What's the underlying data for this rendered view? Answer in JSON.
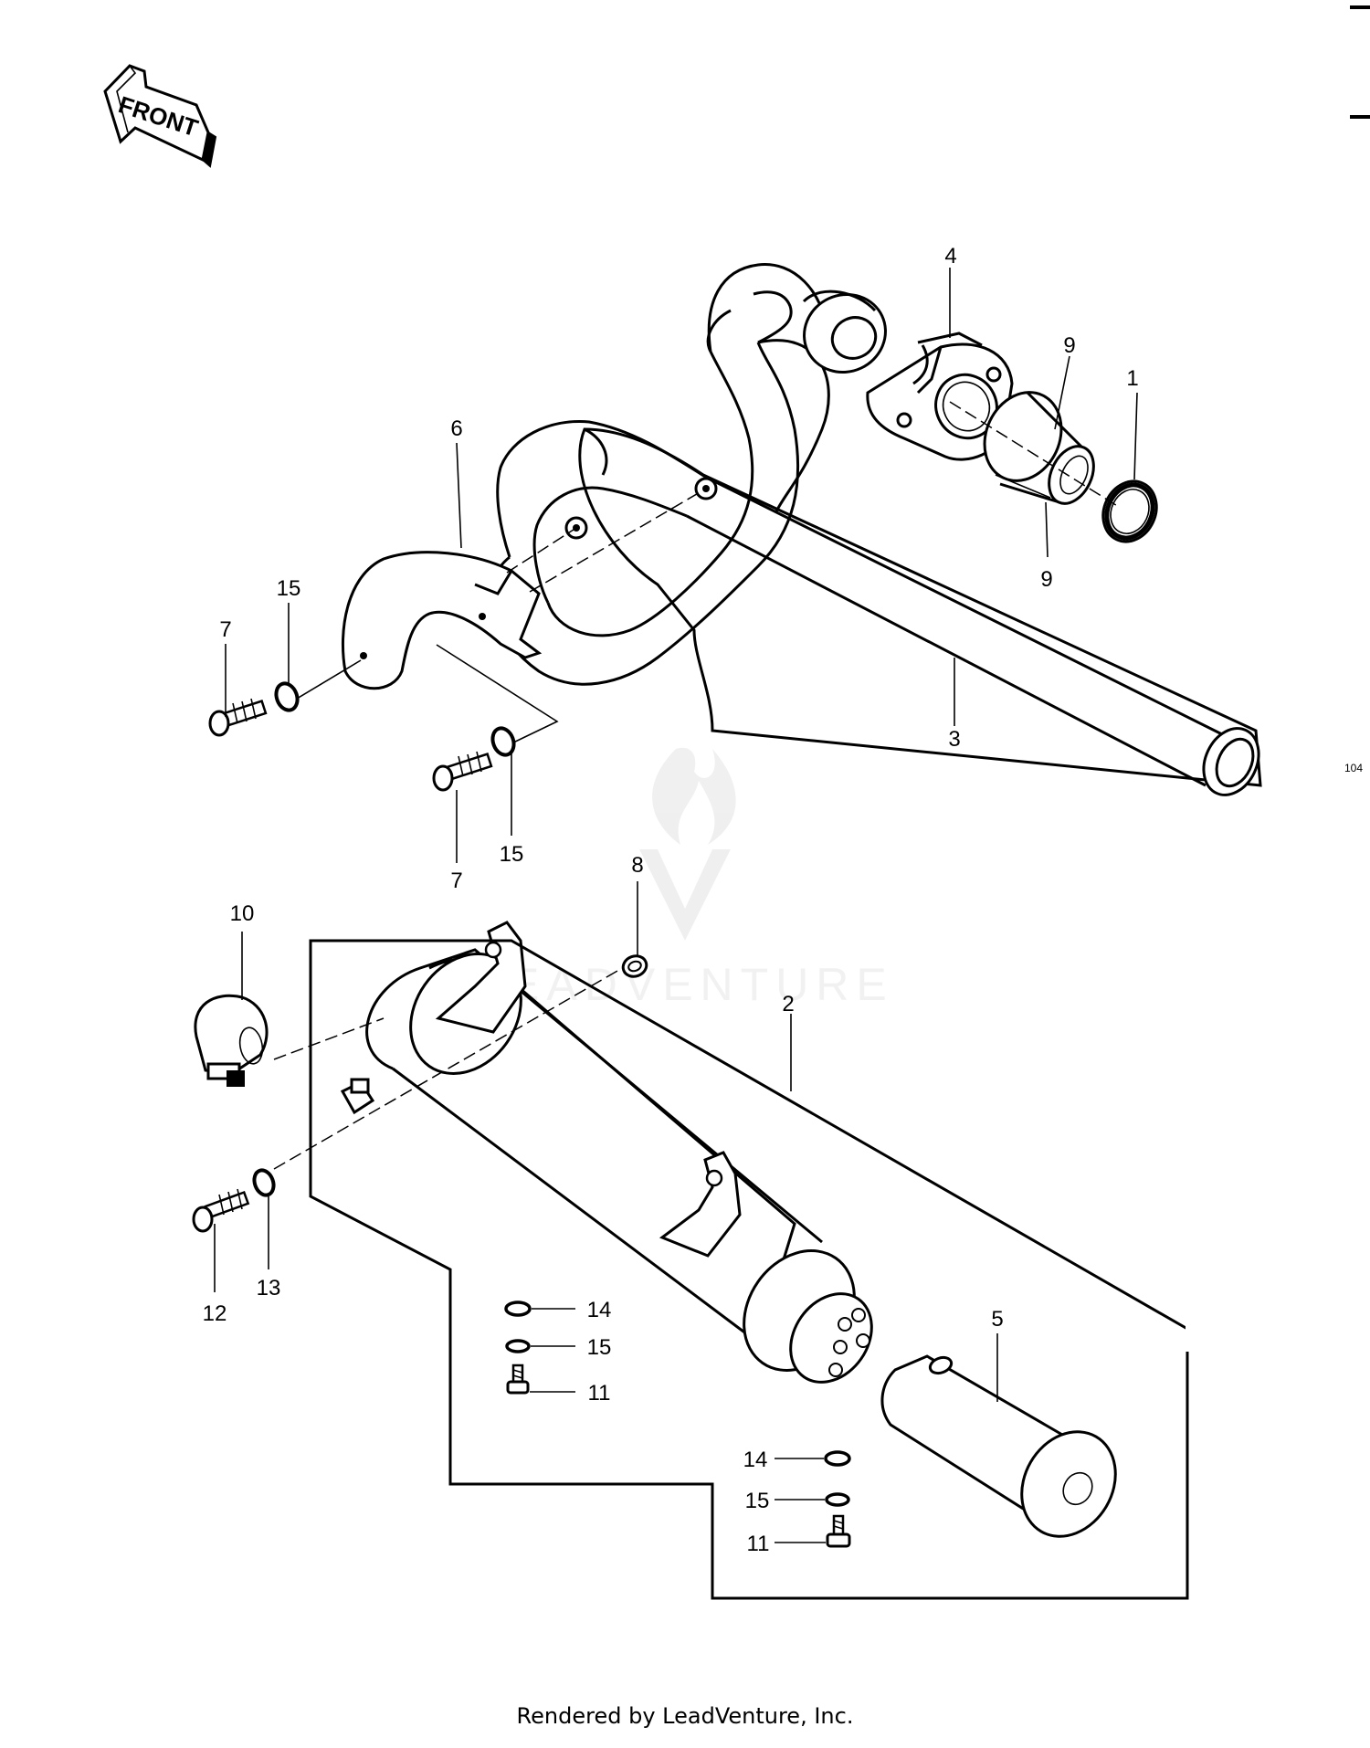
{
  "front_arrow": {
    "label": "FRONT"
  },
  "parts": [
    {
      "id": "1",
      "label": "1"
    },
    {
      "id": "2",
      "label": "2"
    },
    {
      "id": "3",
      "label": "3"
    },
    {
      "id": "4",
      "label": "4"
    },
    {
      "id": "5",
      "label": "5"
    },
    {
      "id": "6",
      "label": "6"
    },
    {
      "id": "7a",
      "label": "7"
    },
    {
      "id": "7b",
      "label": "7"
    },
    {
      "id": "8",
      "label": "8"
    },
    {
      "id": "9a",
      "label": "9"
    },
    {
      "id": "9b",
      "label": "9"
    },
    {
      "id": "10",
      "label": "10"
    },
    {
      "id": "11a",
      "label": "11"
    },
    {
      "id": "11b",
      "label": "11"
    },
    {
      "id": "12",
      "label": "12"
    },
    {
      "id": "13",
      "label": "13"
    },
    {
      "id": "14a",
      "label": "14"
    },
    {
      "id": "14b",
      "label": "14"
    },
    {
      "id": "15a",
      "label": "15"
    },
    {
      "id": "15b",
      "label": "15"
    },
    {
      "id": "15c",
      "label": "15"
    },
    {
      "id": "15d",
      "label": "15"
    }
  ],
  "side_code": "104",
  "watermark": "LEADVENTURE",
  "footer": "Rendered by LeadVenture, Inc."
}
